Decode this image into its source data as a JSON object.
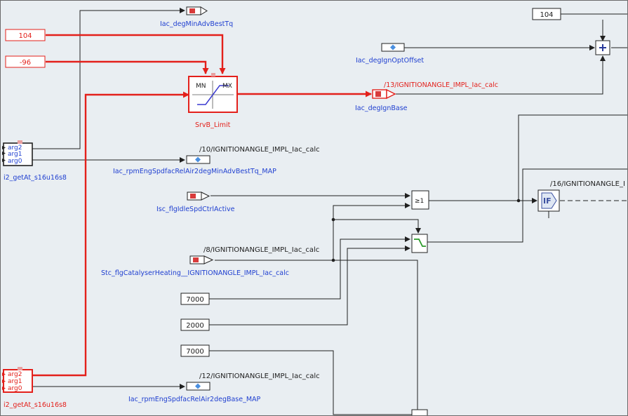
{
  "constants": {
    "c104_left": "104",
    "cm96": "-96",
    "c104_right": "104",
    "c7000_a": "7000",
    "c2000": "2000",
    "c7000_b": "7000"
  },
  "labels": {
    "min_adv_best_tq": "Iac_degMinAdvBestTq",
    "srv_limit": "SrvB_Limit",
    "ign_opt_offset": "Iac_degIgnOptOffset",
    "ign_base": "Iac_degIgnBase",
    "sig13": "/13/IGNITIONANGLE_IMPL_Iac_calc",
    "sig10": "/10/IGNITIONANGLE_IMPL_Iac_calc",
    "map_best_tq": "Iac_rpmEngSpdfacRelAir2degMinAdvBestTq_MAP",
    "get_at_1": "i2_getAt_s16u16s8",
    "idle_active": "Isc_flgIdleSpdCtrlActive",
    "sig16": "/16/IGNITIONANGLE_I",
    "sig8": "/8/IGNITIONANGLE_IMPL_Iac_calc",
    "catalyser": "Stc_flgCatalyserHeating__IGNITIONANGLE_IMPL_Iac_calc",
    "sig12": "/12/IGNITIONANGLE_IMPL_Iac_calc",
    "map_base": "Iac_rpmEngSpdfacRelAir2degBase_MAP",
    "get_at_2": "i2_getAt_s16u16s8"
  },
  "ports": {
    "arg2": "arg2",
    "arg1": "arg1",
    "arg0": "arg0"
  },
  "blocks": {
    "limit_min": "MN",
    "limit_max": "MX",
    "compare": "≥1",
    "if_block": "IF"
  },
  "colors": {
    "active_wire": "#e3201b",
    "wire": "#202020",
    "label_blue": "#1f3fd0",
    "background": "#e9eef2"
  }
}
